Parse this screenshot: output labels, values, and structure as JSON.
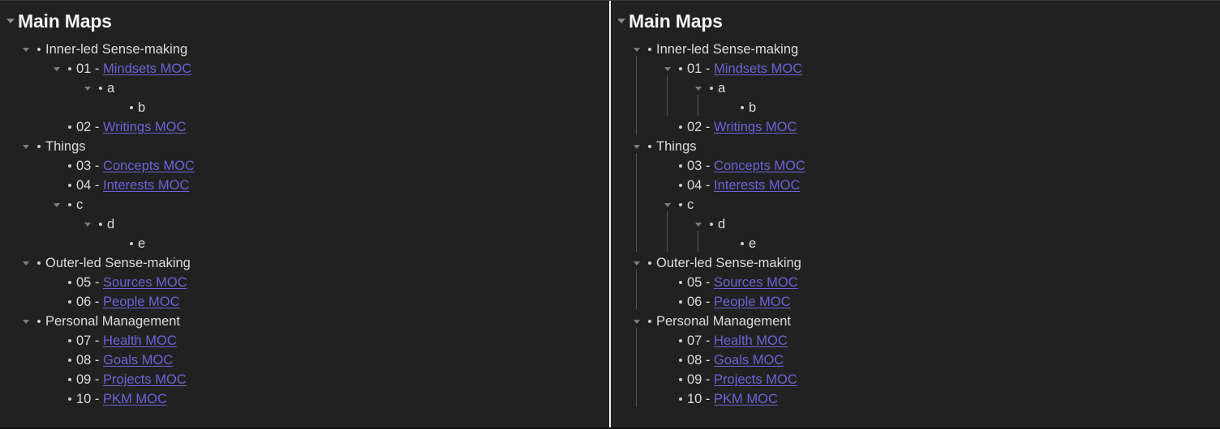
{
  "colors": {
    "background": "#212121",
    "divider": "#f2f2f2",
    "text": "#dcdcdc",
    "heading": "#f4f4f4",
    "link": "#6c63d8",
    "bullet": "#cfcfcf",
    "caret": "#7e7e7e",
    "indent_guide": "#3a5c7d"
  },
  "panels": [
    {
      "id": "left-panel",
      "show_indent_guides": false,
      "heading": {
        "caret_icon": "chevron-down-icon",
        "title": "Main Maps"
      },
      "items": [
        {
          "depth": 1,
          "twisty": true,
          "bullet": true,
          "number": "",
          "text": "Inner-led Sense-making",
          "link": false
        },
        {
          "depth": 2,
          "twisty": true,
          "bullet": true,
          "number": "01 - ",
          "text": "Mindsets MOC",
          "link": true
        },
        {
          "depth": 3,
          "twisty": true,
          "bullet": true,
          "number": "",
          "text": "a",
          "link": false
        },
        {
          "depth": 4,
          "twisty": false,
          "bullet": true,
          "number": "",
          "text": "b",
          "link": false
        },
        {
          "depth": 2,
          "twisty": false,
          "bullet": true,
          "number": "02 - ",
          "text": "Writings MOC",
          "link": true
        },
        {
          "depth": 1,
          "twisty": true,
          "bullet": true,
          "number": "",
          "text": "Things",
          "link": false
        },
        {
          "depth": 2,
          "twisty": false,
          "bullet": true,
          "number": "03 - ",
          "text": "Concepts MOC",
          "link": true
        },
        {
          "depth": 2,
          "twisty": false,
          "bullet": true,
          "number": "04 - ",
          "text": "Interests MOC",
          "link": true
        },
        {
          "depth": 2,
          "twisty": true,
          "bullet": true,
          "number": "",
          "text": "c",
          "link": false
        },
        {
          "depth": 3,
          "twisty": true,
          "bullet": true,
          "number": "",
          "text": "d",
          "link": false
        },
        {
          "depth": 4,
          "twisty": false,
          "bullet": true,
          "number": "",
          "text": "e",
          "link": false
        },
        {
          "depth": 1,
          "twisty": true,
          "bullet": true,
          "number": "",
          "text": "Outer-led Sense-making",
          "link": false
        },
        {
          "depth": 2,
          "twisty": false,
          "bullet": true,
          "number": "05 - ",
          "text": "Sources MOC",
          "link": true
        },
        {
          "depth": 2,
          "twisty": false,
          "bullet": true,
          "number": "06 - ",
          "text": "People MOC",
          "link": true
        },
        {
          "depth": 1,
          "twisty": true,
          "bullet": true,
          "number": "",
          "text": "Personal Management",
          "link": false
        },
        {
          "depth": 2,
          "twisty": false,
          "bullet": true,
          "number": "07 - ",
          "text": "Health MOC",
          "link": true
        },
        {
          "depth": 2,
          "twisty": false,
          "bullet": true,
          "number": "08 - ",
          "text": "Goals MOC",
          "link": true
        },
        {
          "depth": 2,
          "twisty": false,
          "bullet": true,
          "number": "09 - ",
          "text": "Projects MOC",
          "link": true
        },
        {
          "depth": 2,
          "twisty": false,
          "bullet": true,
          "number": "10 - ",
          "text": "PKM MOC",
          "link": true
        }
      ]
    },
    {
      "id": "right-panel",
      "show_indent_guides": true,
      "heading": {
        "caret_icon": "chevron-down-icon",
        "title": "Main Maps"
      },
      "items": [
        {
          "depth": 1,
          "twisty": true,
          "bullet": true,
          "number": "",
          "text": "Inner-led Sense-making",
          "link": false
        },
        {
          "depth": 2,
          "twisty": true,
          "bullet": true,
          "number": "01 - ",
          "text": "Mindsets MOC",
          "link": true
        },
        {
          "depth": 3,
          "twisty": true,
          "bullet": true,
          "number": "",
          "text": "a",
          "link": false
        },
        {
          "depth": 4,
          "twisty": false,
          "bullet": true,
          "number": "",
          "text": "b",
          "link": false
        },
        {
          "depth": 2,
          "twisty": false,
          "bullet": true,
          "number": "02 - ",
          "text": "Writings MOC",
          "link": true
        },
        {
          "depth": 1,
          "twisty": true,
          "bullet": true,
          "number": "",
          "text": "Things",
          "link": false
        },
        {
          "depth": 2,
          "twisty": false,
          "bullet": true,
          "number": "03 - ",
          "text": "Concepts MOC",
          "link": true
        },
        {
          "depth": 2,
          "twisty": false,
          "bullet": true,
          "number": "04 - ",
          "text": "Interests MOC",
          "link": true
        },
        {
          "depth": 2,
          "twisty": true,
          "bullet": true,
          "number": "",
          "text": "c",
          "link": false
        },
        {
          "depth": 3,
          "twisty": true,
          "bullet": true,
          "number": "",
          "text": "d",
          "link": false
        },
        {
          "depth": 4,
          "twisty": false,
          "bullet": true,
          "number": "",
          "text": "e",
          "link": false
        },
        {
          "depth": 1,
          "twisty": true,
          "bullet": true,
          "number": "",
          "text": "Outer-led Sense-making",
          "link": false
        },
        {
          "depth": 2,
          "twisty": false,
          "bullet": true,
          "number": "05 - ",
          "text": "Sources MOC",
          "link": true
        },
        {
          "depth": 2,
          "twisty": false,
          "bullet": true,
          "number": "06 - ",
          "text": "People MOC",
          "link": true
        },
        {
          "depth": 1,
          "twisty": true,
          "bullet": true,
          "number": "",
          "text": "Personal Management",
          "link": false
        },
        {
          "depth": 2,
          "twisty": false,
          "bullet": true,
          "number": "07 - ",
          "text": "Health MOC",
          "link": true
        },
        {
          "depth": 2,
          "twisty": false,
          "bullet": true,
          "number": "08 - ",
          "text": "Goals MOC",
          "link": true
        },
        {
          "depth": 2,
          "twisty": false,
          "bullet": true,
          "number": "09 - ",
          "text": "Projects MOC",
          "link": true
        },
        {
          "depth": 2,
          "twisty": false,
          "bullet": true,
          "number": "10 - ",
          "text": "PKM MOC",
          "link": true
        }
      ]
    }
  ]
}
